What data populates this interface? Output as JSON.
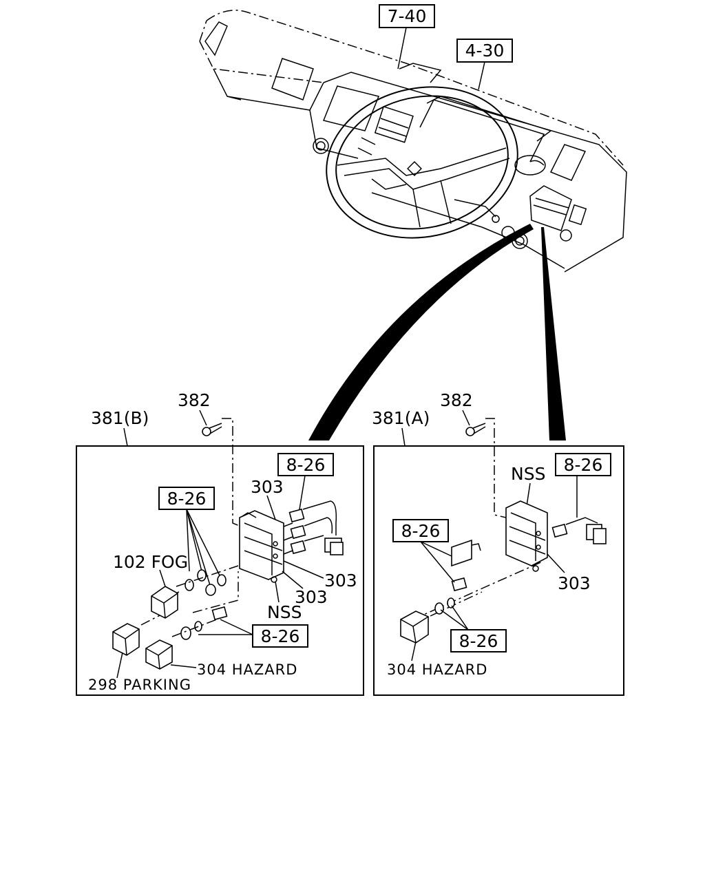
{
  "dashboard": {
    "ref_top": "7-40",
    "ref_right": "4-30"
  },
  "panel_b": {
    "title": "381(B)",
    "screw_label": "382",
    "ref_bracket": "8-26",
    "ref_switches": "8-26",
    "ref_lower": "8-26",
    "fog_label": "102 FOG",
    "parking_label": "298 PARKING",
    "hazard_label": "304 HAZARD",
    "nss_label": "NSS",
    "part_303_a": "303",
    "part_303_b": "303",
    "part_303_c": "303"
  },
  "panel_a": {
    "title": "381(A)",
    "screw_label": "382",
    "ref_connector": "8-26",
    "ref_switch": "8-26",
    "ref_lower": "8-26",
    "nss_label": "NSS",
    "part_303": "303",
    "hazard_label": "304 HAZARD"
  }
}
